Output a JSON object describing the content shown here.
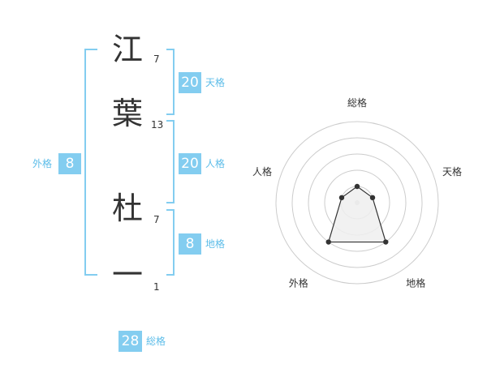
{
  "name": {
    "chars": [
      {
        "char": "江",
        "strokes": "7"
      },
      {
        "char": "葉",
        "strokes": "13"
      },
      {
        "char": "杜",
        "strokes": "7"
      },
      {
        "char": "一",
        "strokes": "1"
      }
    ]
  },
  "fortune": {
    "tenkaku": {
      "value": "20",
      "label": "天格"
    },
    "jinkaku": {
      "value": "20",
      "label": "人格"
    },
    "chikaku": {
      "value": "8",
      "label": "地格"
    },
    "gaikaku": {
      "value": "8",
      "label": "外格"
    },
    "soukaku": {
      "value": "28",
      "label": "総格"
    }
  },
  "chart_data": {
    "type": "radar",
    "axes": [
      "総格",
      "天格",
      "地格",
      "外格",
      "人格"
    ],
    "values": [
      1,
      1,
      3,
      3,
      1
    ],
    "scale_max": 5,
    "rings": 5,
    "grid_color": "#cccccc",
    "fill_color": "#eeeeee",
    "line_color": "#333333"
  }
}
